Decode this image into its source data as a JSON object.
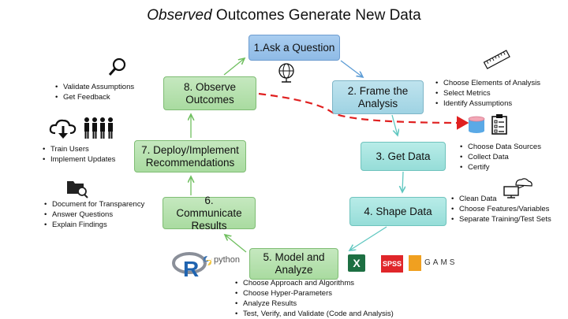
{
  "title": {
    "italic": "Observed",
    "rest": " Outcomes Generate New Data"
  },
  "steps": [
    {
      "label": "1.Ask a Question"
    },
    {
      "label": "2. Frame the Analysis"
    },
    {
      "label": "3. Get Data"
    },
    {
      "label": "4. Shape Data"
    },
    {
      "label": "5. Model and Analyze"
    },
    {
      "label": "6. Communicate Results"
    },
    {
      "label": "7. Deploy/Implement Recommendations"
    },
    {
      "label": "8. Observe Outcomes"
    }
  ],
  "bullets": {
    "frame": [
      "Choose Elements of Analysis",
      "Select Metrics",
      "Identify Assumptions"
    ],
    "get": [
      "Choose Data Sources",
      "Collect Data",
      "Certify"
    ],
    "shape": [
      "Clean Data",
      "Choose Features/Variables",
      "Separate Training/Test Sets"
    ],
    "model": [
      "Choose Approach and Algorithms",
      "Choose Hyper-Parameters",
      "Analyze Results",
      "Test, Verify, and Validate (Code and Analysis)"
    ],
    "communicate": [
      "Document for Transparency",
      "Answer Questions",
      "Explain Findings"
    ],
    "deploy": [
      "Train Users",
      "Implement Updates"
    ],
    "observe": [
      "Validate Assumptions",
      "Get Feedback"
    ]
  },
  "logos": {
    "python": "python",
    "spss": "SPSS",
    "gams": "GAMS",
    "r": "R",
    "excel": "X"
  },
  "colors": {
    "arrow_blue": "#5b9bd5",
    "arrow_teal": "#5fc7c0",
    "arrow_green": "#6fbf5f",
    "dashed": "#e02020"
  }
}
